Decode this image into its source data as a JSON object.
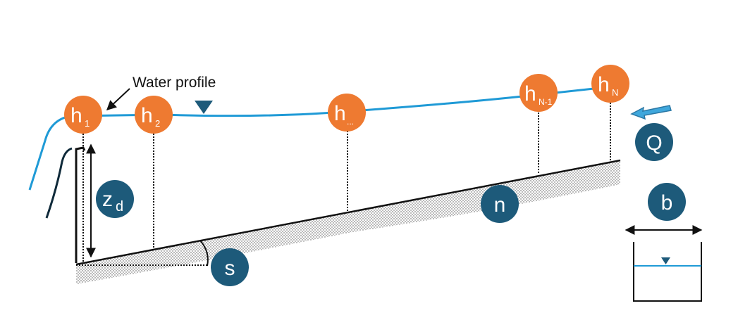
{
  "diagram": {
    "water_profile_label": "Water profile",
    "nodes": {
      "h1": {
        "main": "h",
        "sub": "1"
      },
      "h2": {
        "main": "h",
        "sub": "2"
      },
      "hmid": {
        "main": "h",
        "sub": "..."
      },
      "hn1": {
        "main": "h",
        "sub": "N-1"
      },
      "hn": {
        "main": "h",
        "sub": "N"
      }
    },
    "params": {
      "zd": {
        "main": "z",
        "sub": "d"
      },
      "s": "s",
      "n": "n",
      "q": "Q",
      "b": "b"
    },
    "colors": {
      "water": "#1f9ad6",
      "node_orange": "#ee7a31",
      "param_blue": "#1d5a7a",
      "bed": "#111111",
      "flow_arrow": "#3fa7dc"
    }
  }
}
